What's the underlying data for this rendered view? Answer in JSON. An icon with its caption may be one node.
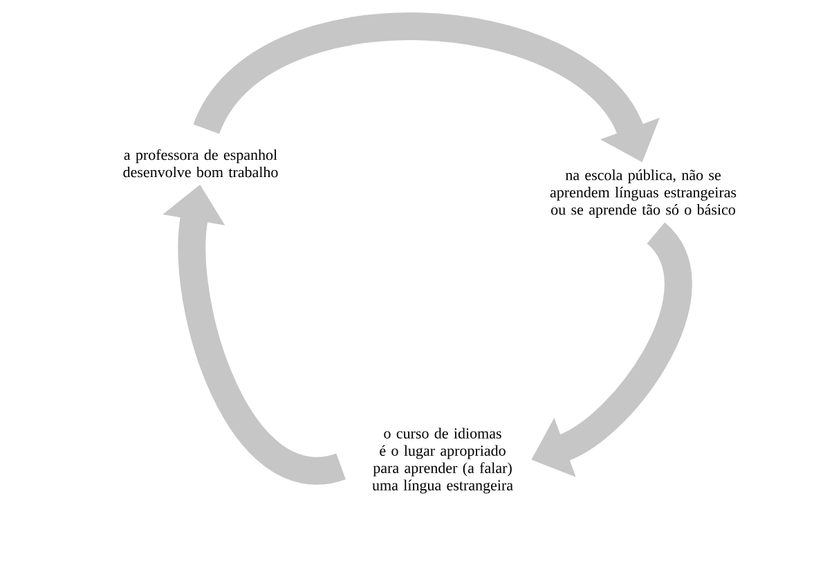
{
  "diagram": {
    "nodes": [
      {
        "text": [
          "a professora de espanhol desenvolve bom trabalho"
        ]
      },
      {
        "text": [
          "na escola pública, não se aprendem línguas estrangeiras ou se aprende tão só o básico"
        ]
      },
      {
        "text": [
          "o curso de idiomas é o lugar apropriado para aprender (a falar) uma língua estrangeira"
        ]
      }
    ],
    "edges": [
      {
        "from": 0,
        "to": 1,
        "arrow": "to"
      },
      {
        "from": 1,
        "to": 2,
        "arrow": "to"
      },
      {
        "from": 2,
        "to": 0,
        "arrow": "to"
      }
    ]
  }
}
